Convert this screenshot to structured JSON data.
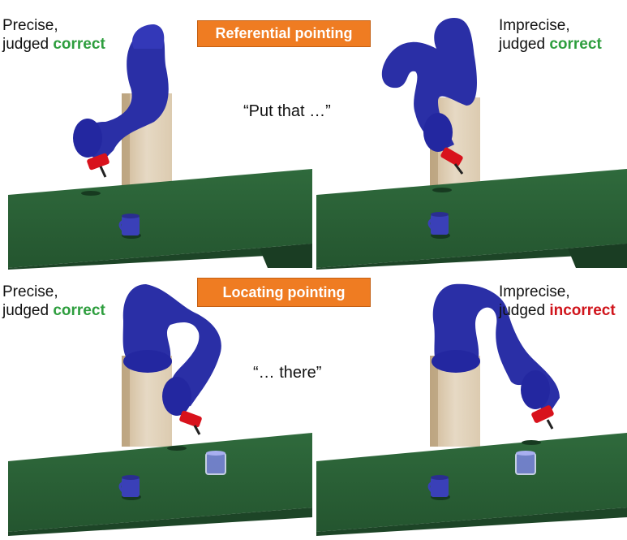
{
  "panels": [
    {
      "line1": "Precise,",
      "prefix": "judged ",
      "verdict": "correct",
      "status": "correct"
    },
    {
      "line1": "Imprecise,",
      "prefix": "judged ",
      "verdict": "correct",
      "status": "correct"
    },
    {
      "line1": "Precise,",
      "prefix": "judged ",
      "verdict": "correct",
      "status": "correct"
    },
    {
      "line1": "Imprecise,",
      "prefix": "judged ",
      "verdict": "incorrect",
      "status": "incorrect"
    }
  ],
  "banners": {
    "top": "Referential pointing",
    "bottom": "Locating pointing"
  },
  "quotes": {
    "top": "“Put that …”",
    "bottom": "“… there”"
  },
  "colors": {
    "correct": "#2e9e3e",
    "incorrect": "#d0141b",
    "banner": "#ef7c22",
    "table": "#2a5e36",
    "robot": "#2a2fa6",
    "gripper": "#d8121c",
    "pedestal": "#d9c8ad"
  }
}
